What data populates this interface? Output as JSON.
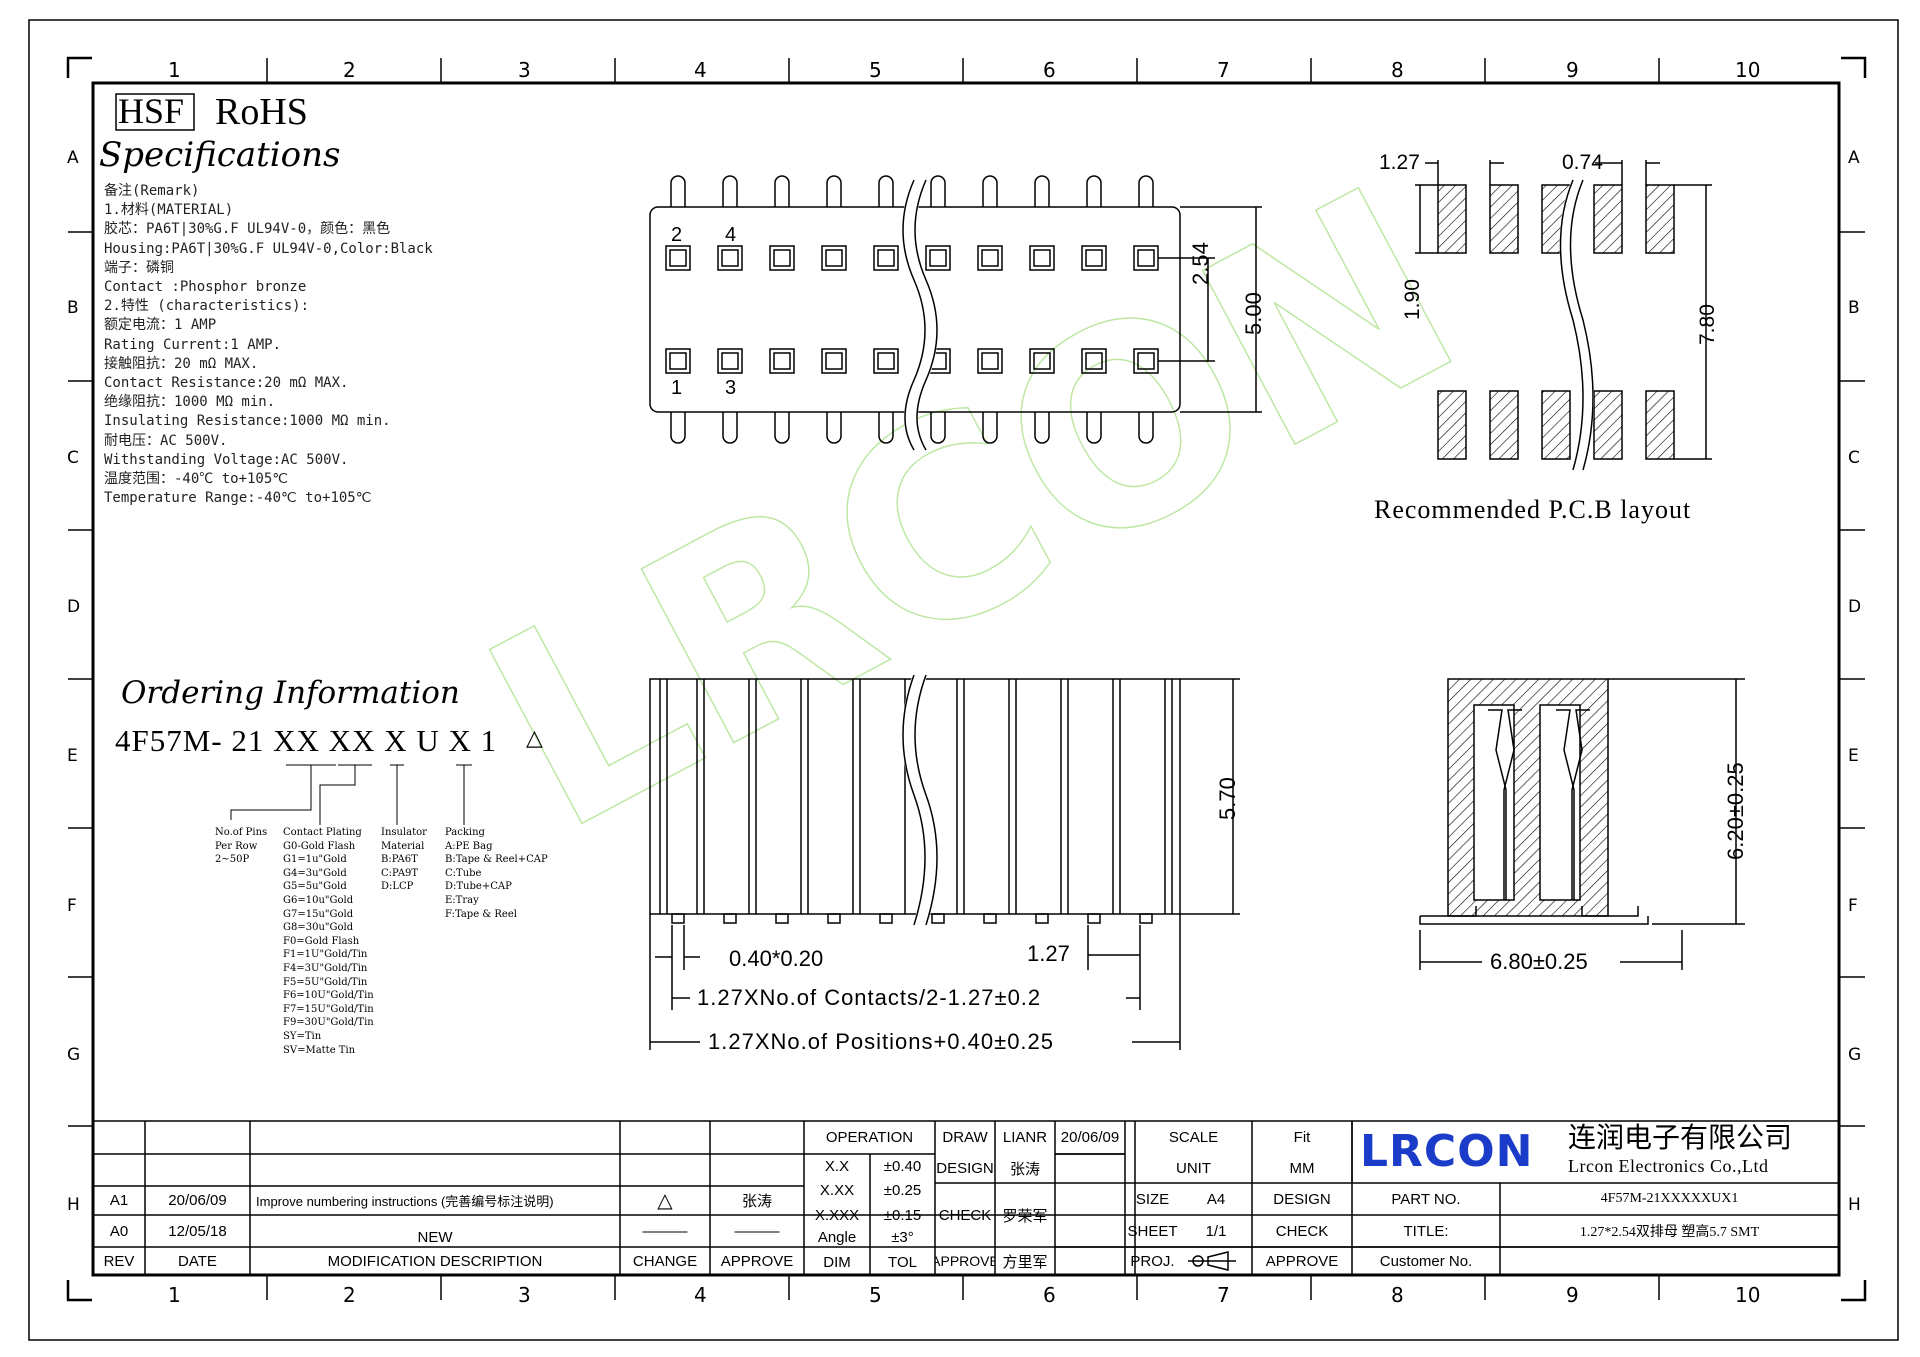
{
  "grid": {
    "columns": [
      "1",
      "2",
      "3",
      "4",
      "5",
      "6",
      "7",
      "8",
      "9",
      "10"
    ],
    "rows": [
      "A",
      "B",
      "C",
      "D",
      "E",
      "F",
      "G",
      "H"
    ]
  },
  "badges": {
    "hsf": "HSF",
    "rohs": "RoHS"
  },
  "spec": {
    "title": "Specifications",
    "lines": [
      "备注(Remark)",
      "1.材料(MATERIAL)",
      "胶芯：PA6T|30%G.F UL94V-0，颜色：黑色",
      "Housing:PA6T|30%G.F UL94V-0,Color:Black",
      "端子：磷铜",
      "Contact :Phosphor bronze",
      "2.特性 (characteristics):",
      "额定电流：1 AMP",
      "Rating Current:1 AMP.",
      "接触阻抗：20 mΩ MAX.",
      "Contact Resistance:20 mΩ MAX.",
      "绝缘阻抗：1000 MΩ min.",
      "Insulating Resistance:1000 MΩ  min.",
      "耐电压：AC 500V.",
      "Withstanding Voltage:AC 500V.",
      "温度范围：-40℃ to+105℃",
      "Temperature Range:-40℃ to+105℃"
    ]
  },
  "ordering": {
    "title": "Ordering Information",
    "code": "4F57M- 21 XX XX X U X 1",
    "notes": {
      "pins": [
        "No.of Pins",
        "Per Row",
        "2~50P"
      ],
      "plating": [
        "Contact Plating",
        "G0-Gold Flash",
        "G1=1u\"Gold",
        "G4=3u\"Gold",
        "G5=5u\"Gold",
        "G6=10u\"Gold",
        "G7=15u\"Gold",
        "G8=30u\"Gold",
        "F0=Gold Flash",
        "F1=1U\"Gold/Tin",
        "F4=3U\"Gold/Tin",
        "F5=5U\"Gold/Tin",
        "F6=10U\"Gold/Tin",
        "F7=15U\"Gold/Tin",
        "F9=30U\"Gold/Tin",
        "SY=Tin",
        "SV=Matte Tin"
      ],
      "insulator": [
        "Insulator",
        "Material",
        "B:PA6T",
        "C:PA9T",
        "D:LCP"
      ],
      "packing": [
        "Packing",
        "A:PE Bag",
        "B:Tape & Reel+CAP",
        "C:Tube",
        "D:Tube+CAP",
        "E:Tray",
        "F:Tape & Reel"
      ]
    }
  },
  "top_view": {
    "pin_labels": [
      "2",
      "4",
      "1",
      "3"
    ],
    "dims": {
      "pitch": "2.54",
      "width": "5.00"
    }
  },
  "pcb": {
    "caption": "Recommended P.C.B layout",
    "dims": {
      "pitch": "1.27",
      "pad_w": "0.74",
      "pad_h": "1.90",
      "span": "7.80"
    }
  },
  "side_view": {
    "dims": {
      "height": "5.70",
      "pin": "0.40*0.20",
      "pitch": "1.27",
      "contacts": "1.27XNo.of Contacts/2-1.27±0.2",
      "positions": "1.27XNo.of Positions+0.40±0.25"
    }
  },
  "end_view": {
    "dims": {
      "height": "6.20±0.25",
      "width": "6.80±0.25"
    }
  },
  "watermark": "LRCON",
  "revision": {
    "rows": [
      {
        "rev": "A1",
        "date": "20/06/09",
        "desc": "Improve numbering instructions (完善编号标注说明)",
        "change": "△",
        "approve": "张涛"
      },
      {
        "rev": "A0",
        "date": "12/05/18",
        "desc": "NEW",
        "change": "———",
        "approve": "———"
      }
    ],
    "header": {
      "rev": "REV",
      "date": "DATE",
      "desc": "MODIFICATION DESCRIPTION",
      "change": "CHANGE",
      "approve": "APPROVE"
    }
  },
  "tolerance": {
    "title": "OPERATION",
    "rows": [
      [
        "X.X",
        "±0.40"
      ],
      [
        "X.XX",
        "±0.25"
      ],
      [
        "X.XXX",
        "±0.15"
      ],
      [
        "Angle",
        "±3°"
      ]
    ],
    "footer": [
      "DIM",
      "TOL"
    ]
  },
  "signoff": {
    "draw_label": "DRAW",
    "draw_name": "LIANR",
    "draw_date": "20/06/09",
    "design_label": "DESIGN",
    "design_name": "张涛",
    "check_label": "CHECK",
    "check_name": "罗荣军",
    "approve_label": "APPROVE",
    "approve_name": "方里军"
  },
  "info": {
    "scale_label": "SCALE",
    "scale_value": "Fit",
    "unit_label": "UNIT",
    "unit_value": "MM",
    "size_label": "SIZE",
    "size_value": "A4",
    "sheet_label": "SHEET",
    "sheet_value": "1/1",
    "proj_label": "PROJ.",
    "design_label": "DESIGN",
    "check_label": "CHECK",
    "approve_label": "APPROVE"
  },
  "company": {
    "logo": "LRCON",
    "name_cn": "连润电子有限公司",
    "name_en": "Lrcon Electronics Co.,Ltd"
  },
  "part": {
    "part_no_label": "PART NO.",
    "part_no": "4F57M-21XXXXXUX1",
    "title_label": "TITLE:",
    "title": "1.27*2.54双排母 塑高5.7 SMT",
    "customer_label": "Customer No."
  },
  "colors": {
    "logo": "#1a3cc8",
    "watermark": "#b7e59b"
  }
}
